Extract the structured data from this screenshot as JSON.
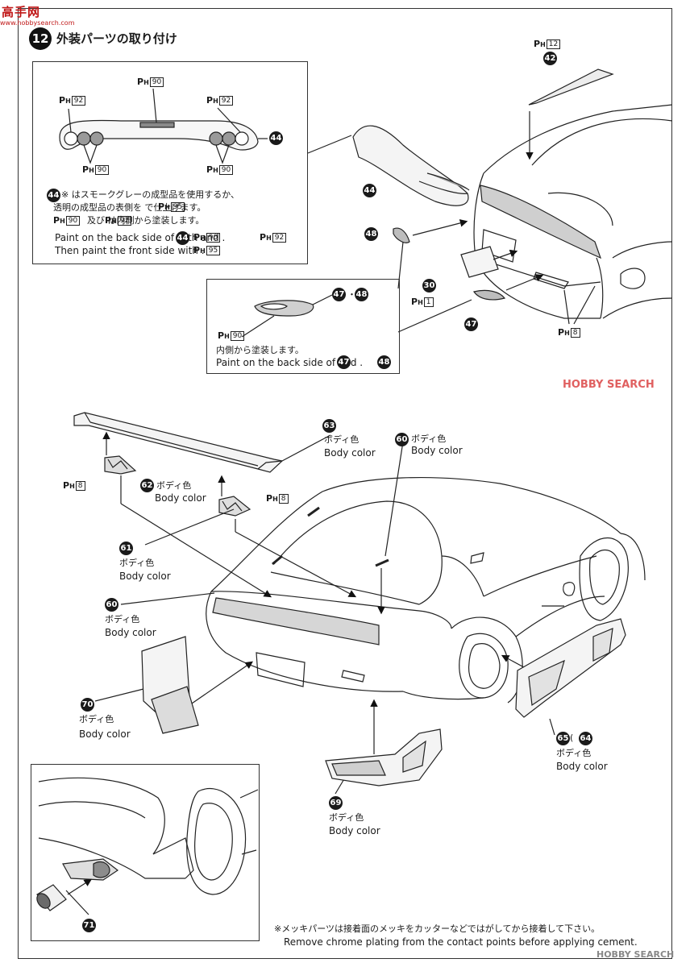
{
  "watermarks": {
    "left_top": "高手网",
    "left_url": "www.hobbysearch.com",
    "right_mid": "HOBBY SEARCH",
    "right_bottom": "HOBBY SEARCH"
  },
  "step": {
    "number": "12",
    "title": "外装パーツの取り付け"
  },
  "paint_labels": {
    "ph90": "90",
    "ph92": "92",
    "ph95": "95",
    "ph12": "12",
    "ph1": "1",
    "ph8": "8"
  },
  "parts": {
    "p44": "44",
    "p42": "42",
    "p48": "48",
    "p47": "47",
    "p30": "30",
    "p63": "63",
    "p60": "60",
    "p62": "62",
    "p61": "61",
    "p70": "70",
    "p65": "65",
    "p64": "64",
    "p69": "69",
    "p71": "71"
  },
  "box1": {
    "note_jp_1": "※ はスモークグレーの成型品を使用するか、",
    "note_jp_2": "透明の成型品の表側を で仕上げます。",
    "note_jp_3": "及び は内側から塗装します。",
    "note_en_1": "Paint on the back side of  with  and  .",
    "note_en_2": "Then paint the front side with  ."
  },
  "box2": {
    "note_jp": "内側から塗装します。",
    "note_en": "Paint on the back side of  and  ."
  },
  "labels": {
    "body_color_jp": "ボディ色",
    "body_color_en": "Body color"
  },
  "footer": {
    "note_jp": "※メッキパーツは接着面のメッキをカッターなどではがしてから接着して下さい。",
    "note_en": "Remove chrome plating from the contact points before applying cement."
  }
}
